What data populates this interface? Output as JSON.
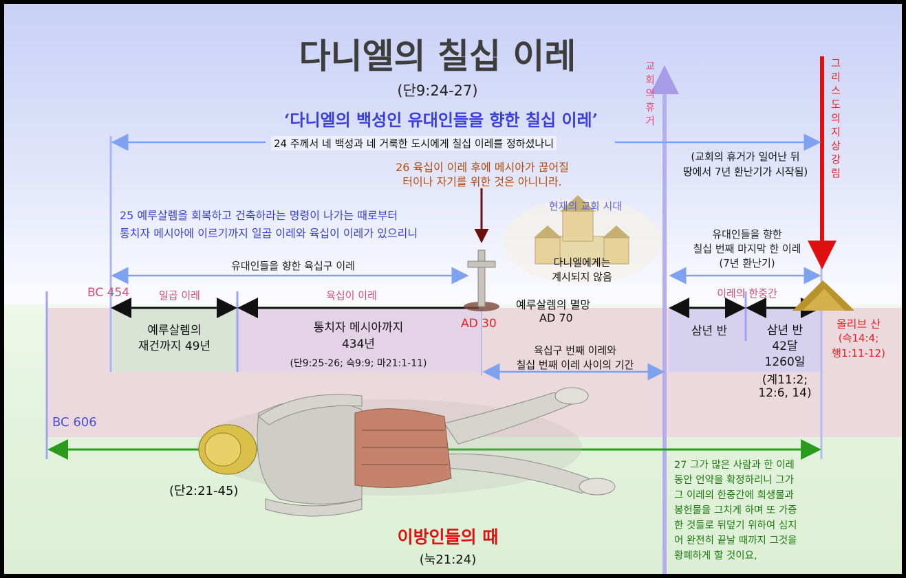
{
  "title": "다니엘의 칠십 이레",
  "subtitle_ref": "(단9:24-27)",
  "subtitle_main": "‘다니엘의 백성인 유대인들을 향한 칠십 이레’",
  "verse24": "24 주께서 네 백성과 네 거룩한 도시에게 칠십 이레를 정하셨나니",
  "verse26_line1": "26 육십이 이레 후에 메시아가 끊어질",
  "verse26_line2": "터이나 자기를 위한 것은 아니니라.",
  "verse25_line1": "25 예루살렘을 회복하고 건축하라는 명령이 나가는 때로부터",
  "verse25_line2": "통치자 메시아에 이르기까지 일곱 이레와 육십이 이레가 있으리니",
  "church_age": "현재의 교회 시대",
  "not_revealed_line1": "다니엘에게는",
  "not_revealed_line2": "계시되지 않음",
  "rapture_note_line1": "(교회의 휴거가 일어난 뒤",
  "rapture_note_line2": "땅에서 7년 환난기가 시작됨)",
  "vertical_rapture": "교회의휴거",
  "vertical_second_coming": "그리스도의지상강림",
  "sixty_nine": "유대인들을 향한 육십구 이레",
  "last_week_line1": "유대인들을 향한",
  "last_week_line2": "칠십 번째 마지막 한 이레",
  "last_week_line3": "(7년 환난기)",
  "bc454": "BC 454",
  "seven_weeks": "일곱 이레",
  "sixty_two_weeks": "육십이 이레",
  "midweek": "이레의 한중간",
  "jerusalem_fall_line1": "예루살렘의 멸망",
  "jerusalem_fall_line2": "AD 70",
  "ad30": "AD 30",
  "box1_line1": "예루살렘의",
  "box1_line2": "재건까지 49년",
  "box2_line1": "통치자 메시아까지",
  "box2_line2": "434년",
  "box2_line3": "(단9:25-26; 슥9:9; 마21:1-11)",
  "gap_line1": "육십구 번째 이레와",
  "gap_line2": "칠십 번째 이레 사이의 기간",
  "half1": "삼년 반",
  "half2_line1": "삼년 반",
  "half2_line2": "42달",
  "half2_line3": "1260일",
  "half2_line4": "(계11:2;",
  "half2_line5": "12:6, 14)",
  "olivet_line1": "올리브 산",
  "olivet_line2": "(슥14:4;",
  "olivet_line3": "행1:11-12)",
  "bc606": "BC 606",
  "dan2": "(단2:21-45)",
  "gentiles": "이방인들의 때",
  "luke": "(눅21:24)",
  "verse27": [
    "27 그가 많은 사람과 한 이레",
    "동안 언약을 확정하리니 그가",
    "그 이레의 한중간에 희생물과",
    "봉헌물을 그치게 하며 또 가증",
    "한 것들로 뒤덮기 위하여 심지",
    "어 완전히 끝날 때까지 그것을",
    "황폐하게 할 것이요,"
  ]
}
